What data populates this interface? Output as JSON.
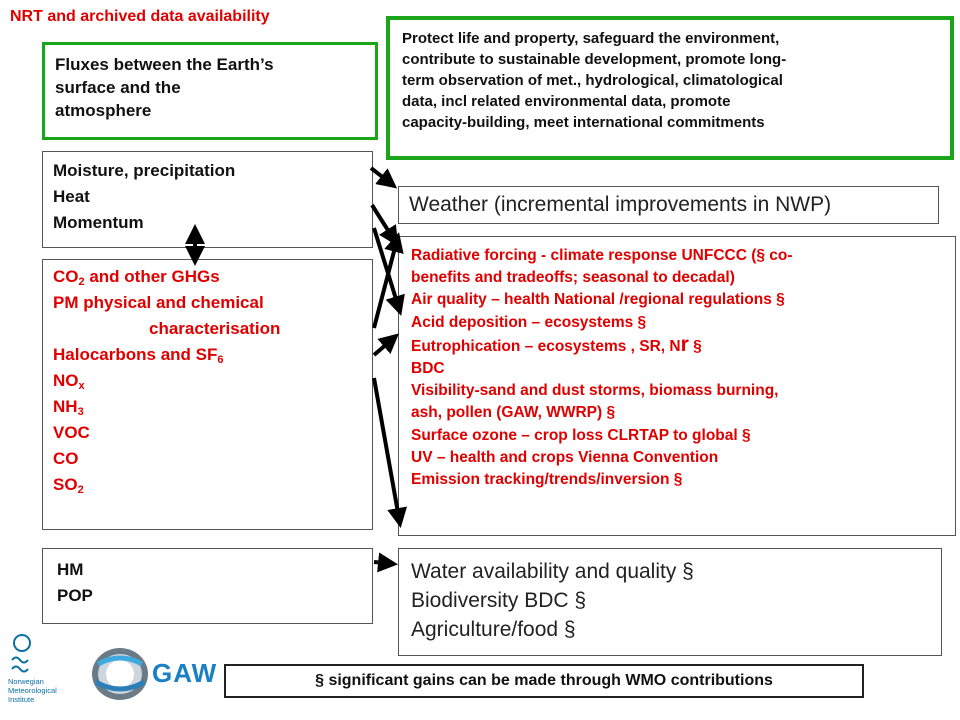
{
  "title": "NRT and archived data availability",
  "fluxes": {
    "lines": [
      "Fluxes between the Earth’s",
      "surface and the",
      "atmosphere"
    ]
  },
  "protect": {
    "lines": [
      "Protect life and property, safeguard the environment,",
      "contribute to sustainable development, promote long-",
      "term observation of met., hydrological, climatological",
      "data, incl related environmental data, promote",
      "capacity-building, meet international commitments"
    ]
  },
  "moisture": {
    "lines": [
      "Moisture, precipitation",
      "Heat",
      "Momentum"
    ]
  },
  "gases": {
    "co2": "CO",
    "co2_sub": "2",
    "co2_rest": " and other GHGs",
    "pm1": "PM physical and chemical",
    "pm2": "characterisation",
    "halo": "Halocarbons and SF",
    "halo_sub": "6",
    "nox": "NO",
    "nox_sub": "x",
    "nh3": "NH",
    "nh3_sub": "3",
    "voc": "VOC",
    "co": "CO",
    "so2": "SO",
    "so2_sub": "2"
  },
  "weather": {
    "text": "Weather (incremental improvements in NWP)"
  },
  "impacts": {
    "l1": "Radiative forcing - climate response UNFCCC (§ co-",
    "l2": "benefits  and tradeoffs; seasonal to decadal)",
    "l3": "Air quality – health National /regional regulations §",
    "l4": "Acid deposition – ecosystems §",
    "l5a": "Eutrophication – ecosystems , SR, N",
    "l5b": "r",
    "l5c": " §",
    "l6": "BDC",
    "l7": "Visibility-sand and dust storms, biomass burning,",
    "l8": "ash, pollen (GAW,  WWRP) §",
    "l9": "Surface ozone – crop loss CLRTAP to global §",
    "l10": "UV – health and crops Vienna Convention",
    "l11": "Emission tracking/trends/inversion §"
  },
  "hm": {
    "lines": [
      "HM",
      "POP"
    ]
  },
  "water": {
    "lines": [
      "Water availability and quality §",
      "Biodiversity BDC §",
      "Agriculture/food §"
    ]
  },
  "note": "§ significant gains can be made through WMO contributions",
  "logos": {
    "met_caption": [
      "Norwegian",
      "Meteorological",
      "Institute"
    ],
    "gaw": "GAW"
  },
  "colors": {
    "red": "#e00000",
    "green": "#1aa51a",
    "blue": "#1a7fc4"
  }
}
